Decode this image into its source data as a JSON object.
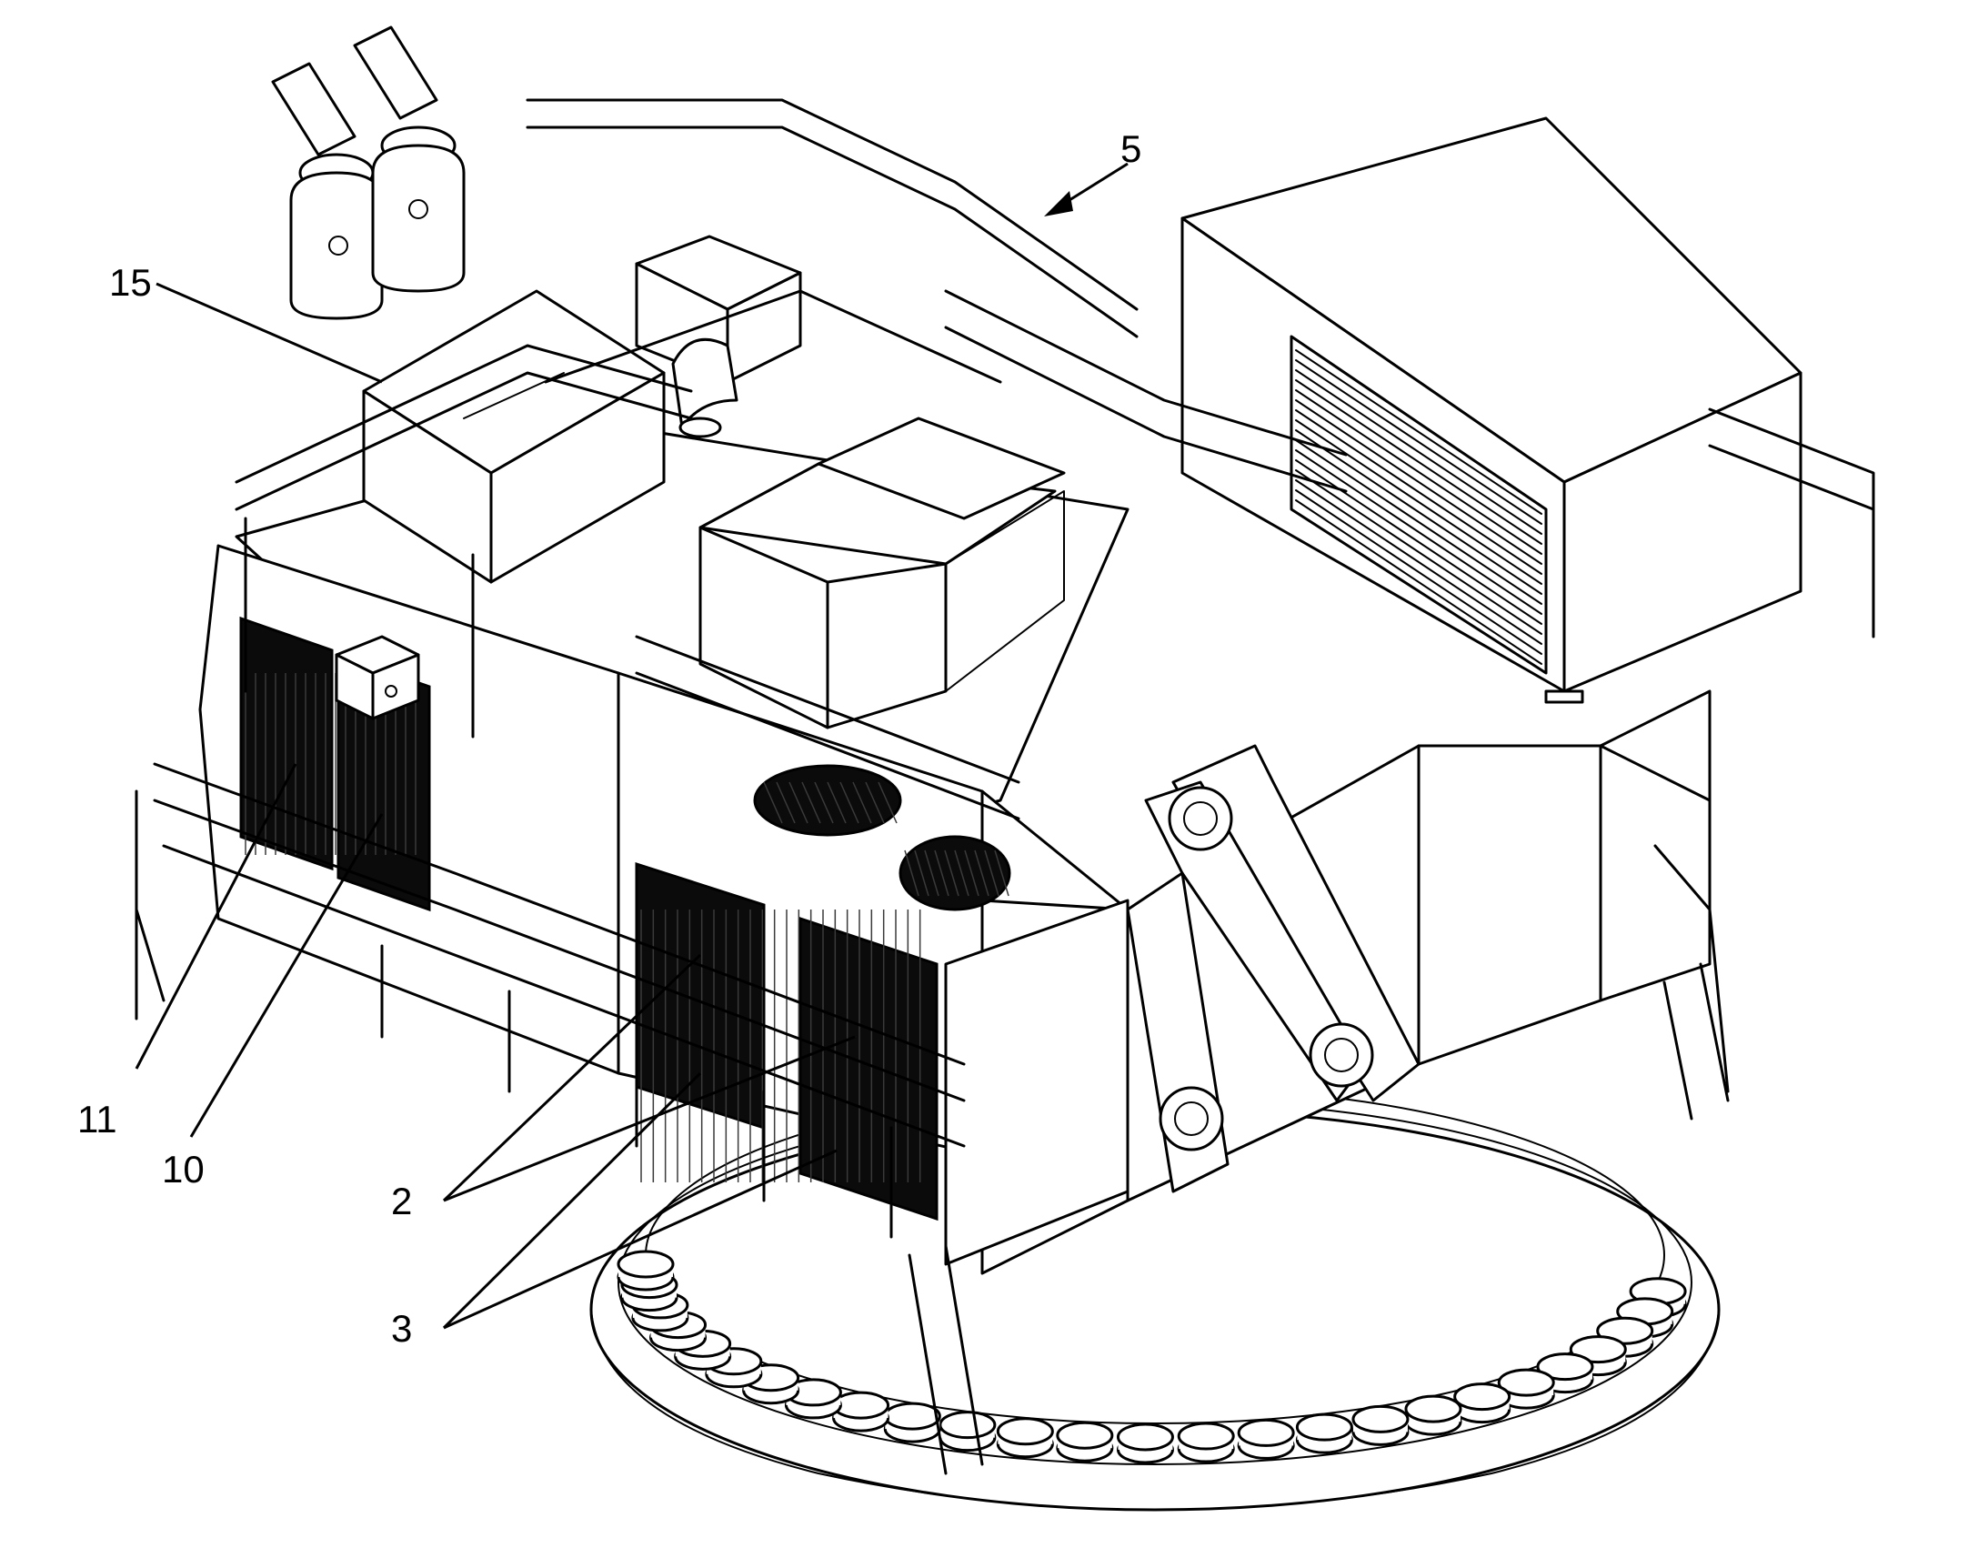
{
  "callouts": {
    "c5": "5",
    "c15": "15",
    "c11": "11",
    "c10": "10",
    "c2": "2",
    "c3": "3"
  }
}
